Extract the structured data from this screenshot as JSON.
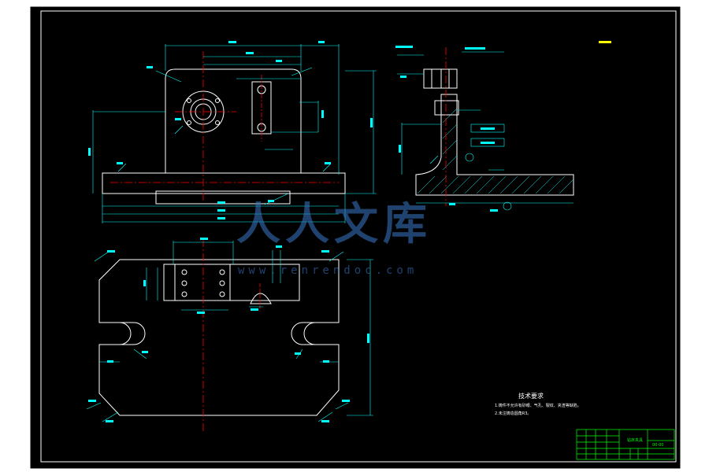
{
  "watermark": {
    "logo_text": "人人文库",
    "url": "www.renrendoc.com"
  },
  "technical_requirements": {
    "title": "技术要求",
    "items": [
      "1.铸件不允许有砂眼、气孔、裂纹、夹渣等缺陷。",
      "2.未注铸造圆角R3。"
    ]
  },
  "title_block": {
    "drawing_title": "钻床夹具",
    "drawing_no": "00-00"
  },
  "colors": {
    "background": "#000000",
    "outline": "#ffffff",
    "dimension": "#00ffff",
    "center_line": "#ff0000",
    "title_block": "#00ff00",
    "watermark": "#3a78c8"
  }
}
